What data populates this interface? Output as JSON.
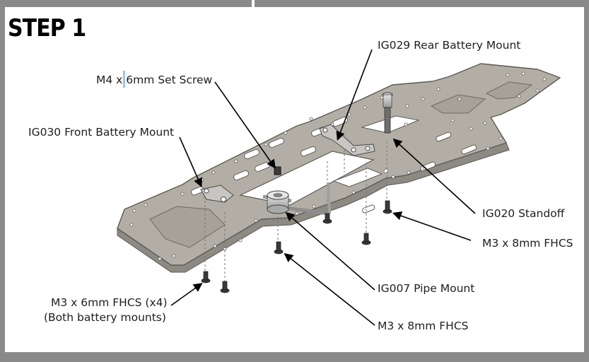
{
  "title": "STEP 1",
  "labels": {
    "set_screw": "M4 x 6mm Set Screw",
    "rear_mount": "IG029 Rear Battery Mount",
    "front_mount": "IG030 Front Battery Mount",
    "standoff": "IG020 Standoff",
    "fhcs_right": "M3 x 8mm FHCS",
    "pipe_mount": "IG007 Pipe Mount",
    "fhcs_bottom": "M3 x 8mm FHCS",
    "fhcs_6mm_line1": "M3 x 6mm FHCS (x4)",
    "fhcs_6mm_line2": "(Both battery mounts)"
  },
  "colors": {
    "plate": "#b2aea6",
    "plate_edge": "#6f6b66",
    "frame": "#8a8a8a"
  }
}
